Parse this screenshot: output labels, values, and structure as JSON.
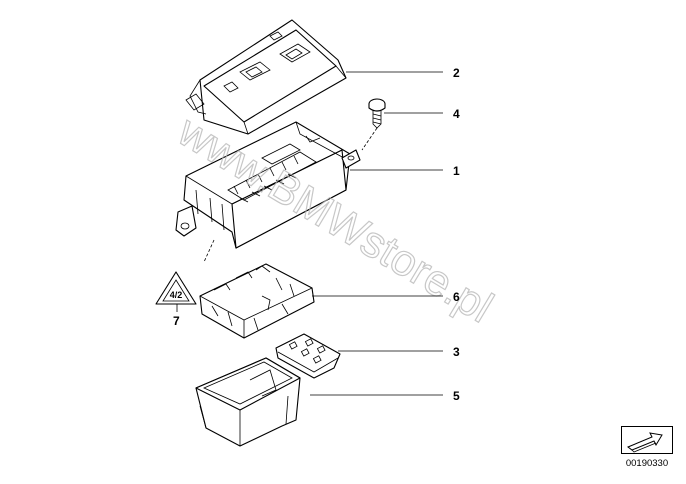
{
  "diagram": {
    "watermark": "www.BMWstore.pl",
    "reference_number": "00190330",
    "callouts": {
      "c1": "1",
      "c2": "2",
      "c3": "3",
      "c4": "4",
      "c5": "5",
      "c6": "6",
      "c7": "7"
    },
    "warning_label_text": "4/2",
    "parts": [
      {
        "id": "2",
        "name": "cover"
      },
      {
        "id": "4",
        "name": "screw"
      },
      {
        "id": "1",
        "name": "fuse-box"
      },
      {
        "id": "7",
        "name": "warning-label"
      },
      {
        "id": "6",
        "name": "fuse-carrier"
      },
      {
        "id": "3",
        "name": "fuse-holder"
      },
      {
        "id": "5",
        "name": "bottom-tray"
      }
    ]
  }
}
